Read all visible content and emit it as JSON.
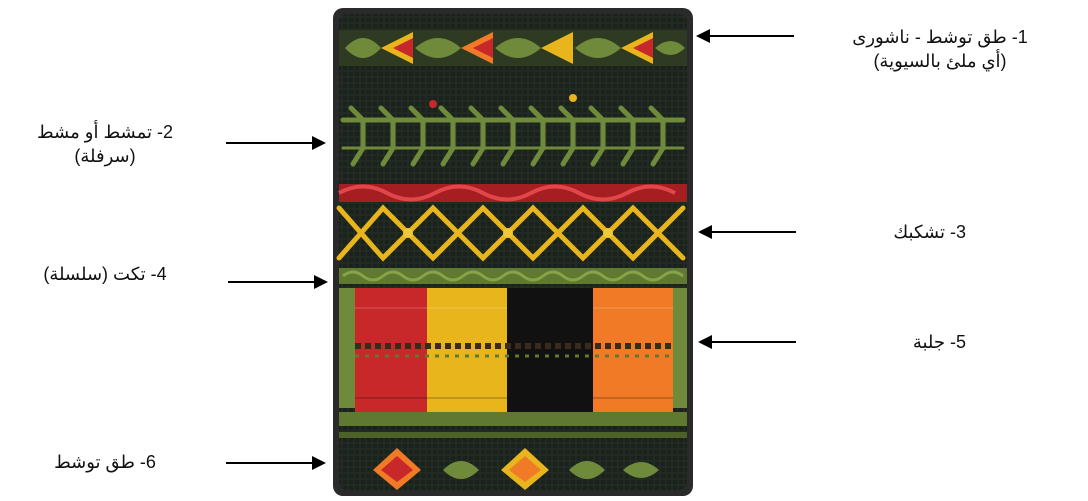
{
  "labels": [
    {
      "id": "item-1",
      "line1": "1- طق توشط - ناشورى",
      "line2": "(أي ملئ بالسيوية)"
    },
    {
      "id": "item-2",
      "line1": "2- تمشط أو مشط",
      "line2": "(سرفلة)"
    },
    {
      "id": "item-3",
      "line1": "3- تشكبك",
      "line2": ""
    },
    {
      "id": "item-4",
      "line1": "4- تكت (سلسلة)",
      "line2": ""
    },
    {
      "id": "item-5",
      "line1": "5- جلبة",
      "line2": ""
    },
    {
      "id": "item-6",
      "line1": "6- طق توشط",
      "line2": ""
    }
  ],
  "colors": {
    "frame": "#2a2a2a",
    "fabric": "#1b221c",
    "green": "#6f8a3a",
    "red": "#c8282a",
    "yellow": "#e8b61c",
    "orange": "#f07a25",
    "black": "#111111"
  }
}
